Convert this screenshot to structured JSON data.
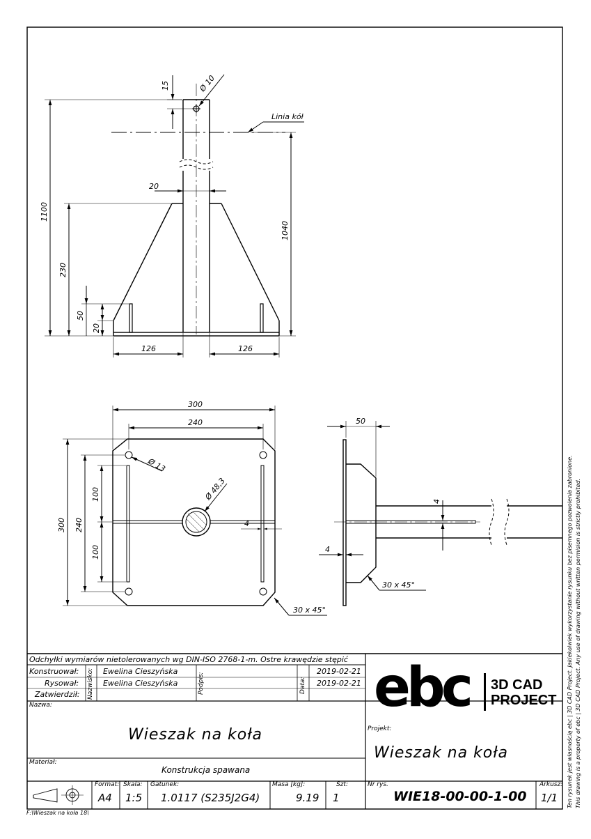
{
  "drawing": {
    "dims": {
      "d15": "15",
      "d10": "Ø 10",
      "linia": "Linia kół",
      "d20": "20",
      "d1100": "1100",
      "d1040": "1040",
      "d230": "230",
      "d50": "50",
      "d20b": "20",
      "d126a": "126",
      "d126b": "126",
      "d300t": "300",
      "d240t": "240",
      "d300l": "300",
      "d240l": "240",
      "d100a": "100",
      "d100b": "100",
      "d13": "Ø 13",
      "d483": "Ø 48,3",
      "d4a": "4",
      "d30a": "30 x 45°",
      "d50s": "50",
      "d4b": "4",
      "d4c": "4",
      "d30b": "30 x 45°"
    }
  },
  "title_block": {
    "tolerance_note": "Odchyłki wymiarów nietolerowanych wg DIN-ISO 2768-1-m. Ostre krawędzie stępić",
    "konstruowal_label": "Konstruował:",
    "rysowal_label": "Rysował:",
    "zatwierdzil_label": "Zatwierdził:",
    "nazwisko_label": "Nazwisko:",
    "konstruowal_name": "Ewelina Cieszyńska",
    "rysowal_name": "Ewelina Cieszyńska",
    "podpis_label": "Podpis:",
    "data_label": "Data:",
    "date1": "2019-02-21",
    "date2": "2019-02-21",
    "nazwa_label": "Nazwa:",
    "nazwa": "Wieszak na koła",
    "material_label": "Materiał:",
    "material": "Konstrukcja spawana",
    "format_label": "Format:",
    "format": "A4",
    "skala_label": "Skala:",
    "skala": "1:5",
    "gatunek_label": "Gatunek:",
    "gatunek": "1.0117 (S235J2G4)",
    "masa_label": "Masa [kg]:",
    "masa": "9.19",
    "szt_label": "Szt:",
    "szt": "1",
    "projekt_label": "Projekt:",
    "projekt": "Wieszak na koła",
    "nr_rys_label": "Nr rys.",
    "nr_rys": "WIE18-00-00-1-00",
    "arkusz_label": "Arkusz:",
    "arkusz": "1/1",
    "logo_text": "ebc",
    "logo_sub1": "3D CAD",
    "logo_sub2": "PROJECT"
  },
  "side_note_pl": "Ten rysunek jest własnością ebc | 3D CAD Project. Jakiekolwiek wykorzystanie rysunku bez pisemnego pozwolenia zabronione.",
  "side_note_en": "This drawing is a property of ebc | 3D CAD Project. Any use of drawing without written permision is strictly prohibited.",
  "file_path": "F:\\Wieszak na koła 18\\"
}
